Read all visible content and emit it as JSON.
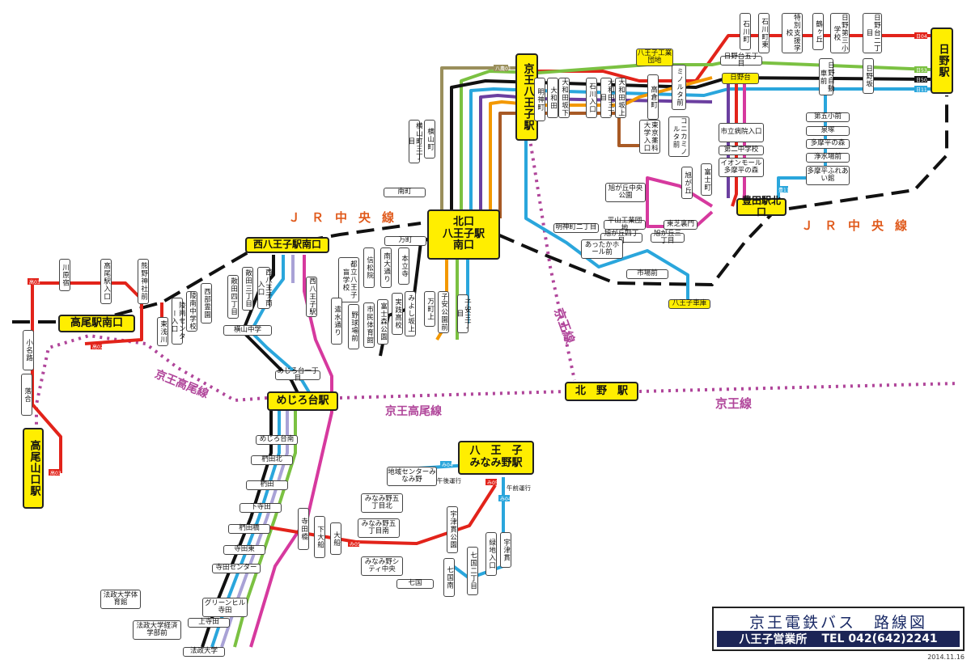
{
  "stations": {
    "keio_hachioji": "京王八王子駅",
    "hachioji": "北口\n八王子駅\n南口",
    "nishi_hachioji": "西八王子駅南口",
    "takao": "高尾駅南口",
    "takaosanguchi": "高尾山口駅",
    "mejirodai": "めじろ台駅",
    "kitano": "北　野　駅",
    "minamino": "八　王　子\nみなみ野駅",
    "toyoda": "豊田駅北口",
    "hino": "日野駅"
  },
  "stops": {
    "kawahara": "川原宿",
    "takao_iriguchi": "高尾駅入口",
    "kumano": "熊野神社前",
    "komichi": "小名路",
    "ochiai": "落合",
    "higashi_asakawa": "東浅川",
    "ryonan_center": "陵南センター入口",
    "ryonan_ms": "陵南中学校",
    "nishi_ryoen": "西部霊園",
    "yokoyama_ms": "横山中学",
    "sanda4": "散田四丁目",
    "sanda3": "散田三丁目",
    "nishi_hachioji_minami": "西八王子南入口",
    "nishi_hachioji2": "西八王子駅",
    "tomei": "都立八王子盲学校",
    "shinshoin": "信松院",
    "minami_odori": "南大通り",
    "honkoji": "本立寺",
    "yarimizu": "遣水通り",
    "yakyujo": "野球場前",
    "shimin_taiikukan": "市民体育館",
    "fujimori": "富士森公園",
    "jissen": "実践高校",
    "miyoshi": "みよし坂上",
    "manmachi_ue": "万町上",
    "koyasu_koen": "子安公園前",
    "koyasu3": "子安三丁目",
    "manmachi": "万町",
    "yokoyama3": "横山町三丁目",
    "yokoyama": "横山町",
    "minamimachi": "南町",
    "meishin": "明神町",
    "owada_iriguchi": "大和田坂下",
    "owada": "大和田",
    "owada_saka": "大和田坂上",
    "ishikawa_iriguchi": "石川入口",
    "owada3": "大和田三丁目",
    "takakura": "高倉町",
    "minolta": "ミノルタ前",
    "konica_minolta": "コニカミノルタ前",
    "tokyo_univ": "東京薬科大学入口",
    "hachioji_industrial": "八王子工業団地",
    "hinodai": "日野台",
    "hinodai5": "日野台五丁目",
    "ishikawa": "石川町",
    "ishikawa_higashi": "石川町東",
    "tokubetsu": "特別支援学校",
    "gakke": "鶴ヶ丘",
    "hino3": "日野第三小学校",
    "hino2": "日野台二丁目",
    "hinozaka": "日野坂",
    "hino_jidosha": "日野自動車前",
    "dai5": "第五小前",
    "izumizuka": "泉塚",
    "tamadaira_mori": "多摩平の森",
    "jousui": "浄水場前",
    "tamadaira_fureai": "多摩平ふれあい館",
    "shiritsu_byoin": "市立病院入口",
    "dai2ms": "第二中学校",
    "aeon": "イオンモール多摩平の森",
    "asahigaoka_koen": "旭が丘中央公園",
    "asahigaoka": "旭が丘",
    "fujicho": "富士町",
    "hirayama_kogyo": "平山工業団地",
    "asahigaoka4": "旭が丘四丁目",
    "asahigaoka3": "旭が丘三丁目",
    "toshiba": "東芝裏門",
    "myojin2": "明神町二丁目",
    "attaka": "あったかホール前",
    "ichiba": "市場前",
    "shako": "八王子車庫",
    "mejirodai1": "めじろ台一丁目",
    "mejirodai_minami": "めじろ台南",
    "hanada_kita": "椚田北",
    "hanada": "椚田",
    "shimojida": "下寺田",
    "kusunoki": "椚田橋",
    "jida_higashi": "寺田東",
    "jida_center": "寺田センター",
    "green_hill": "グリーンヒル寺田",
    "kamijida": "上寺田",
    "hosei": "法政大学",
    "hosei_taiiku": "法政大学体育館",
    "hosei_keizai": "法政大学経済学部前",
    "jidabashi": "寺田橋",
    "shimofunabashi": "下大船",
    "ofune": "大船",
    "chiiki_center": "地域センターみなみ野",
    "minamino5_kita": "みなみ野五丁目北",
    "minamino5_minami": "みなみ野五丁目南",
    "minamino_city": "みなみ野シティ中央",
    "nanakoku": "七国",
    "nanakoku_minami": "七国南",
    "nanakoku2": "七国二丁目",
    "utsuki_koen": "宇津貫公園",
    "utsuki": "宇津貫",
    "ryoku_iriguchi": "緑地入口"
  },
  "route_labels": {
    "jr_chuo": "ＪＲ中央線",
    "keio_line": "京王線",
    "keio_takao_line": "京王高尾線"
  },
  "notes": {
    "gogo": "午後運行",
    "gozen": "午前運行"
  },
  "legend": {
    "title": "京王電鉄バス　路線図",
    "office": "八王子営業所",
    "tel": "TEL 042(642)2241",
    "date": "2014.11.16"
  },
  "colors": {
    "red": "#e2231a",
    "green": "#7bc142",
    "black": "#111111",
    "blue": "#2aa6dc",
    "purple": "#6b3fa0",
    "orange": "#f39800",
    "brown": "#a85a25",
    "khaki": "#9a8f5c",
    "pink": "#d6399e",
    "lavender": "#a9a2d6",
    "station_yellow": "#ffee00",
    "jr_orange": "#e05a1c",
    "keio_purple": "#b0459a"
  }
}
